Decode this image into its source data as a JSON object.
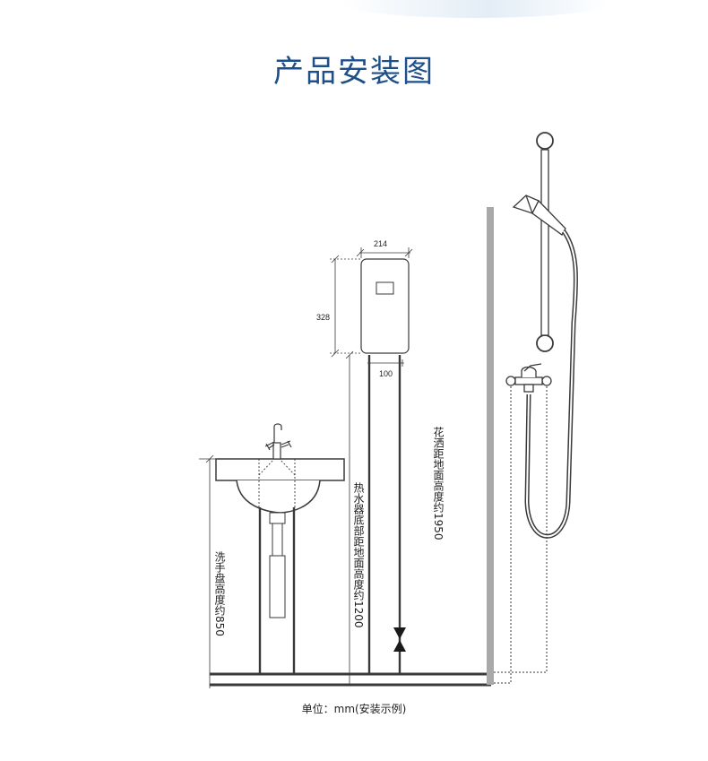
{
  "page": {
    "title": "产品安装图",
    "footnote": "单位：mm(安装示例)"
  },
  "dimensions": {
    "heater_width": "214",
    "heater_height": "328",
    "pipe_spacing": "100"
  },
  "labels": {
    "shower_height": "花洒距地面高度约1950",
    "heater_bottom_height": "热水器底部距地面高度约1200",
    "basin_height": "洗手盘高度约850"
  },
  "colors": {
    "title": "#1d4f8a",
    "line": "#3a3a3a",
    "wall": "#a9a9a9"
  }
}
